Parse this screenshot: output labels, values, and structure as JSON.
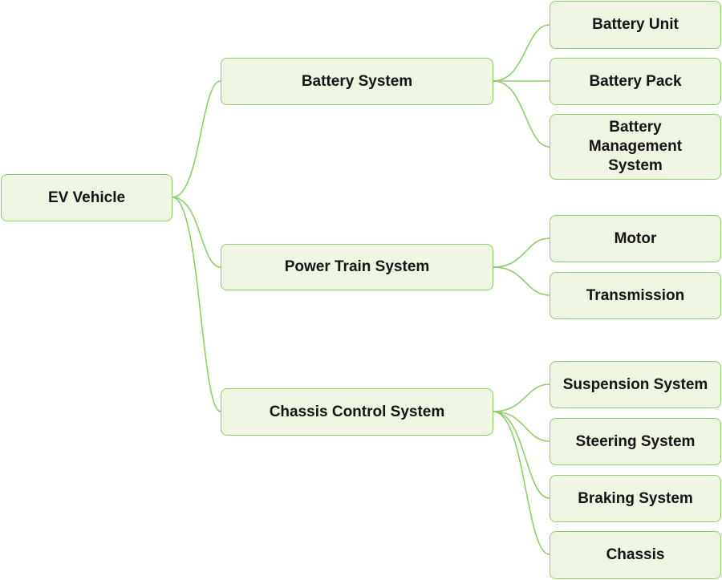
{
  "colors": {
    "node_fill": "#eef5e3",
    "node_border": "#8ccf66",
    "edge": "#8ccf66",
    "text": "#141414"
  },
  "diagram": {
    "root": {
      "label": "EV Vehicle"
    },
    "systems": [
      {
        "label": "Battery System",
        "components": [
          {
            "label": "Battery Unit"
          },
          {
            "label": "Battery Pack"
          },
          {
            "label": "Battery Management System"
          }
        ]
      },
      {
        "label": "Power Train System",
        "components": [
          {
            "label": "Motor"
          },
          {
            "label": "Transmission"
          }
        ]
      },
      {
        "label": "Chassis Control System",
        "components": [
          {
            "label": "Suspension System"
          },
          {
            "label": "Steering System"
          },
          {
            "label": "Braking System"
          },
          {
            "label": "Chassis"
          }
        ]
      }
    ]
  }
}
